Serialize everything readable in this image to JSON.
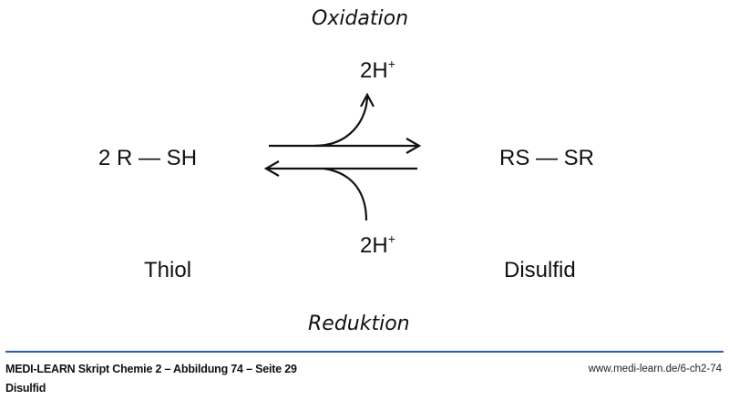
{
  "diagram": {
    "top_label": "Oxidation",
    "bottom_label": "Reduktion",
    "left_formula": "2 R — SH",
    "right_formula": "RS — SR",
    "left_name": "Thiol",
    "right_name": "Disulfid",
    "proton_top": "2H",
    "proton_bottom": "2H",
    "charge": "+"
  },
  "footer": {
    "title": "MEDI-LEARN Skript Chemie 2 – Abbildung 74 – Seite 29",
    "subtitle": "Disulfid",
    "url": "www.medi-learn.de/6-ch2-74",
    "rule_color": "#2c5faa"
  }
}
